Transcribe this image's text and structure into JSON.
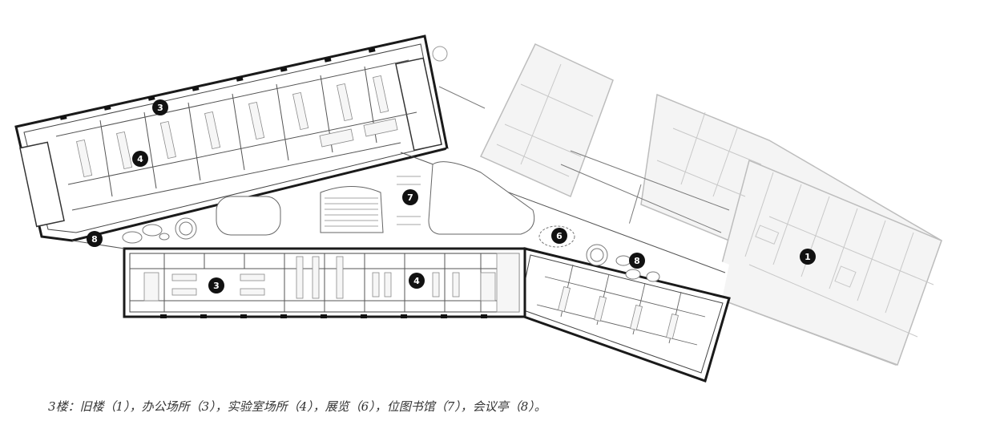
{
  "plan": {
    "markers": [
      {
        "id": "old-building",
        "label": "1"
      },
      {
        "id": "office-north",
        "label": "3"
      },
      {
        "id": "office-south",
        "label": "3"
      },
      {
        "id": "lab-north",
        "label": "4"
      },
      {
        "id": "lab-south",
        "label": "4"
      },
      {
        "id": "exhibition",
        "label": "6"
      },
      {
        "id": "library",
        "label": "7"
      },
      {
        "id": "meeting-west",
        "label": "8"
      },
      {
        "id": "meeting-east",
        "label": "8"
      }
    ]
  },
  "caption": "3楼：旧楼（1），办公场所（3），实验室场所（4），展览（6），位图书馆（7），会议亭（8）。",
  "colors": {
    "wall": "#1a1a1a",
    "line": "#555555",
    "faded": "#c2c2c2",
    "fill_faded": "#f3f3f3",
    "marker": "#111111"
  }
}
